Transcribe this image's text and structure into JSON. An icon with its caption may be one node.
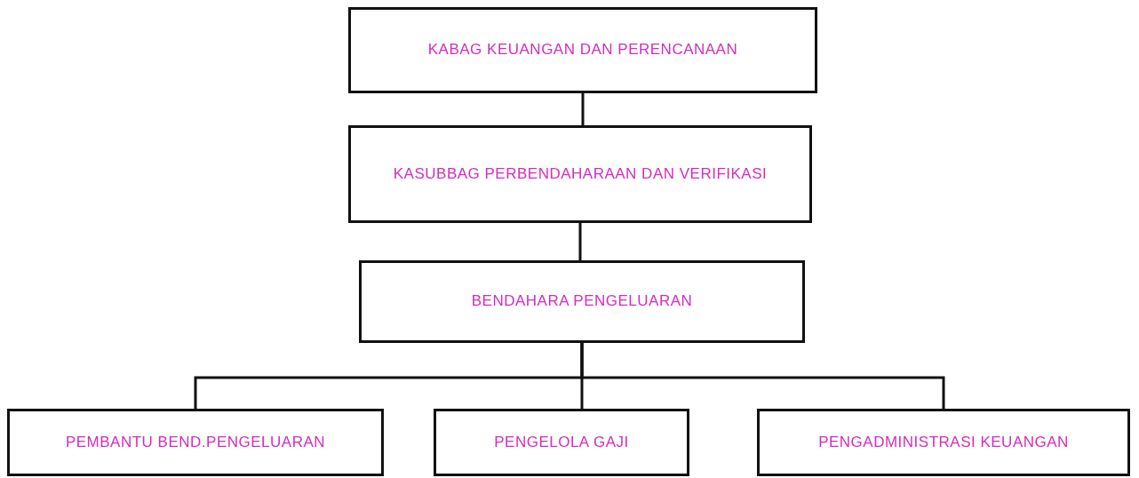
{
  "diagram": {
    "nodes": [
      {
        "text": [
          "KABAG KEUANGAN DAN PERENCANAAN"
        ]
      },
      {
        "text": [
          "KASUBBAG PERBENDAHARAAN DAN VERIFIKASI"
        ]
      },
      {
        "text": [
          "BENDAHARA PENGELUARAN"
        ]
      },
      {
        "text": [
          "PEMBANTU BEND.PENGELUARAN"
        ]
      },
      {
        "text": [
          "PENGELOLA GAJI"
        ]
      },
      {
        "text": [
          "PENGADMINISTRASI KEUANGAN"
        ]
      }
    ],
    "edges": [
      {
        "from": 0,
        "to": 1,
        "arrow": "none"
      },
      {
        "from": 1,
        "to": 2,
        "arrow": "none"
      },
      {
        "from": 2,
        "to": 3,
        "arrow": "none"
      },
      {
        "from": 2,
        "to": 4,
        "arrow": "none"
      },
      {
        "from": 2,
        "to": 5,
        "arrow": "none"
      }
    ]
  }
}
